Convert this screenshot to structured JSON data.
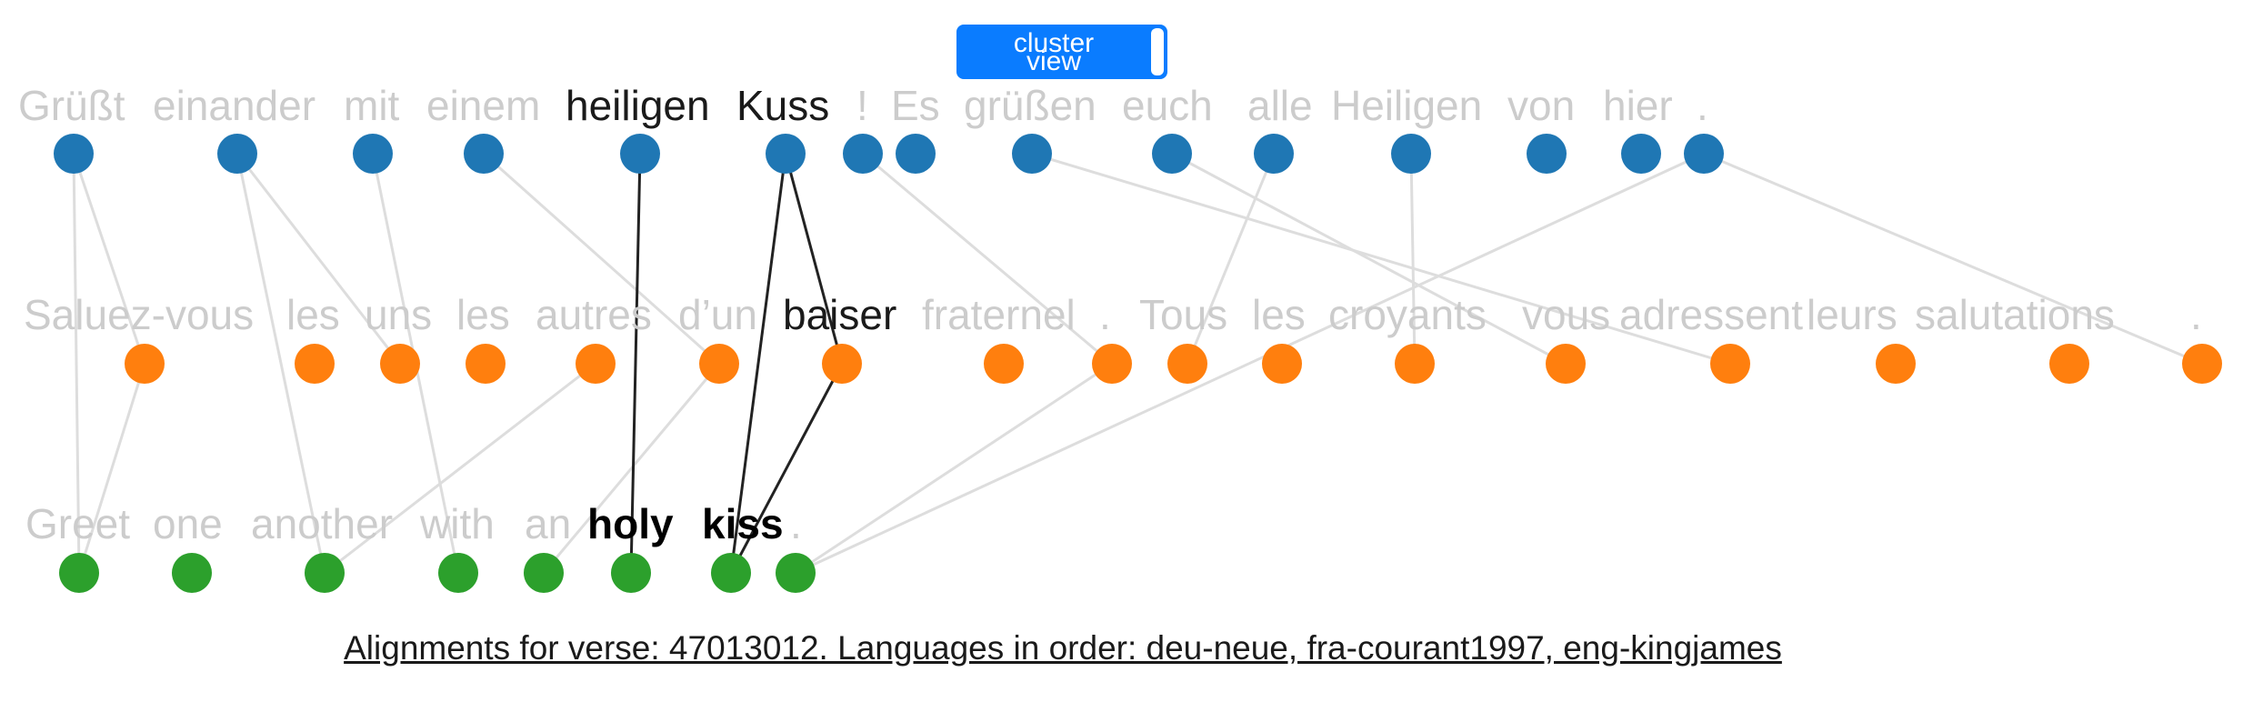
{
  "toggle": {
    "line1": "cluster",
    "line2": "view"
  },
  "caption": "Alignments for verse: 47013012. Languages in order: deu-neue, fra-courant1997, eng-kingjames",
  "colors": {
    "deu": "#1f77b4",
    "fra": "#ff7f0e",
    "eng": "#2ca02c",
    "edge_dim": "#dddddd",
    "edge_hl": "#222222",
    "text_dim": "#cccccc"
  },
  "rows": [
    {
      "lang": "deu-neue",
      "tokens": [
        "Grüßt",
        "einander",
        "mit",
        "einem",
        "heiligen",
        "Kuss",
        "!",
        "Es",
        "grüßen",
        "euch",
        "alle",
        "Heiligen",
        "von",
        "hier",
        "."
      ],
      "highlight": [
        4,
        5
      ]
    },
    {
      "lang": "fra-courant1997",
      "tokens": [
        "Saluez-vous",
        "les",
        "uns",
        "les",
        "autres",
        "d’un",
        "baiser",
        "fraternel",
        ".",
        "Tous",
        "les",
        "croyants",
        "vous",
        "adressent",
        "leurs",
        "salutations",
        "."
      ],
      "highlight": [
        6
      ]
    },
    {
      "lang": "eng-kingjames",
      "tokens": [
        "Greet",
        "one",
        "another",
        "with",
        "an",
        "holy",
        "kiss",
        "."
      ],
      "highlight": [
        5,
        6
      ]
    }
  ],
  "alignments": [
    {
      "from": [
        0,
        0
      ],
      "to": [
        2,
        0
      ]
    },
    {
      "from": [
        0,
        0
      ],
      "to": [
        1,
        0
      ]
    },
    {
      "from": [
        1,
        0
      ],
      "to": [
        2,
        0
      ]
    },
    {
      "from": [
        0,
        1
      ],
      "to": [
        2,
        2
      ]
    },
    {
      "from": [
        0,
        1
      ],
      "to": [
        1,
        2
      ]
    },
    {
      "from": [
        0,
        2
      ],
      "to": [
        2,
        3
      ]
    },
    {
      "from": [
        0,
        3
      ],
      "to": [
        1,
        5
      ]
    },
    {
      "from": [
        0,
        4
      ],
      "to": [
        2,
        5
      ],
      "hl": true
    },
    {
      "from": [
        0,
        5
      ],
      "to": [
        2,
        6
      ],
      "hl": true
    },
    {
      "from": [
        0,
        5
      ],
      "to": [
        1,
        6
      ],
      "hl": true
    },
    {
      "from": [
        1,
        6
      ],
      "to": [
        2,
        6
      ],
      "hl": true
    },
    {
      "from": [
        0,
        6
      ],
      "to": [
        1,
        8
      ]
    },
    {
      "from": [
        0,
        8
      ],
      "to": [
        1,
        13
      ]
    },
    {
      "from": [
        0,
        9
      ],
      "to": [
        1,
        12
      ]
    },
    {
      "from": [
        0,
        10
      ],
      "to": [
        1,
        9
      ]
    },
    {
      "from": [
        0,
        11
      ],
      "to": [
        1,
        11
      ]
    },
    {
      "from": [
        0,
        14
      ],
      "to": [
        1,
        16
      ]
    },
    {
      "from": [
        0,
        14
      ],
      "to": [
        2,
        7
      ]
    },
    {
      "from": [
        1,
        4
      ],
      "to": [
        2,
        2
      ]
    },
    {
      "from": [
        1,
        5
      ],
      "to": [
        2,
        4
      ]
    },
    {
      "from": [
        1,
        8
      ],
      "to": [
        2,
        7
      ]
    }
  ]
}
